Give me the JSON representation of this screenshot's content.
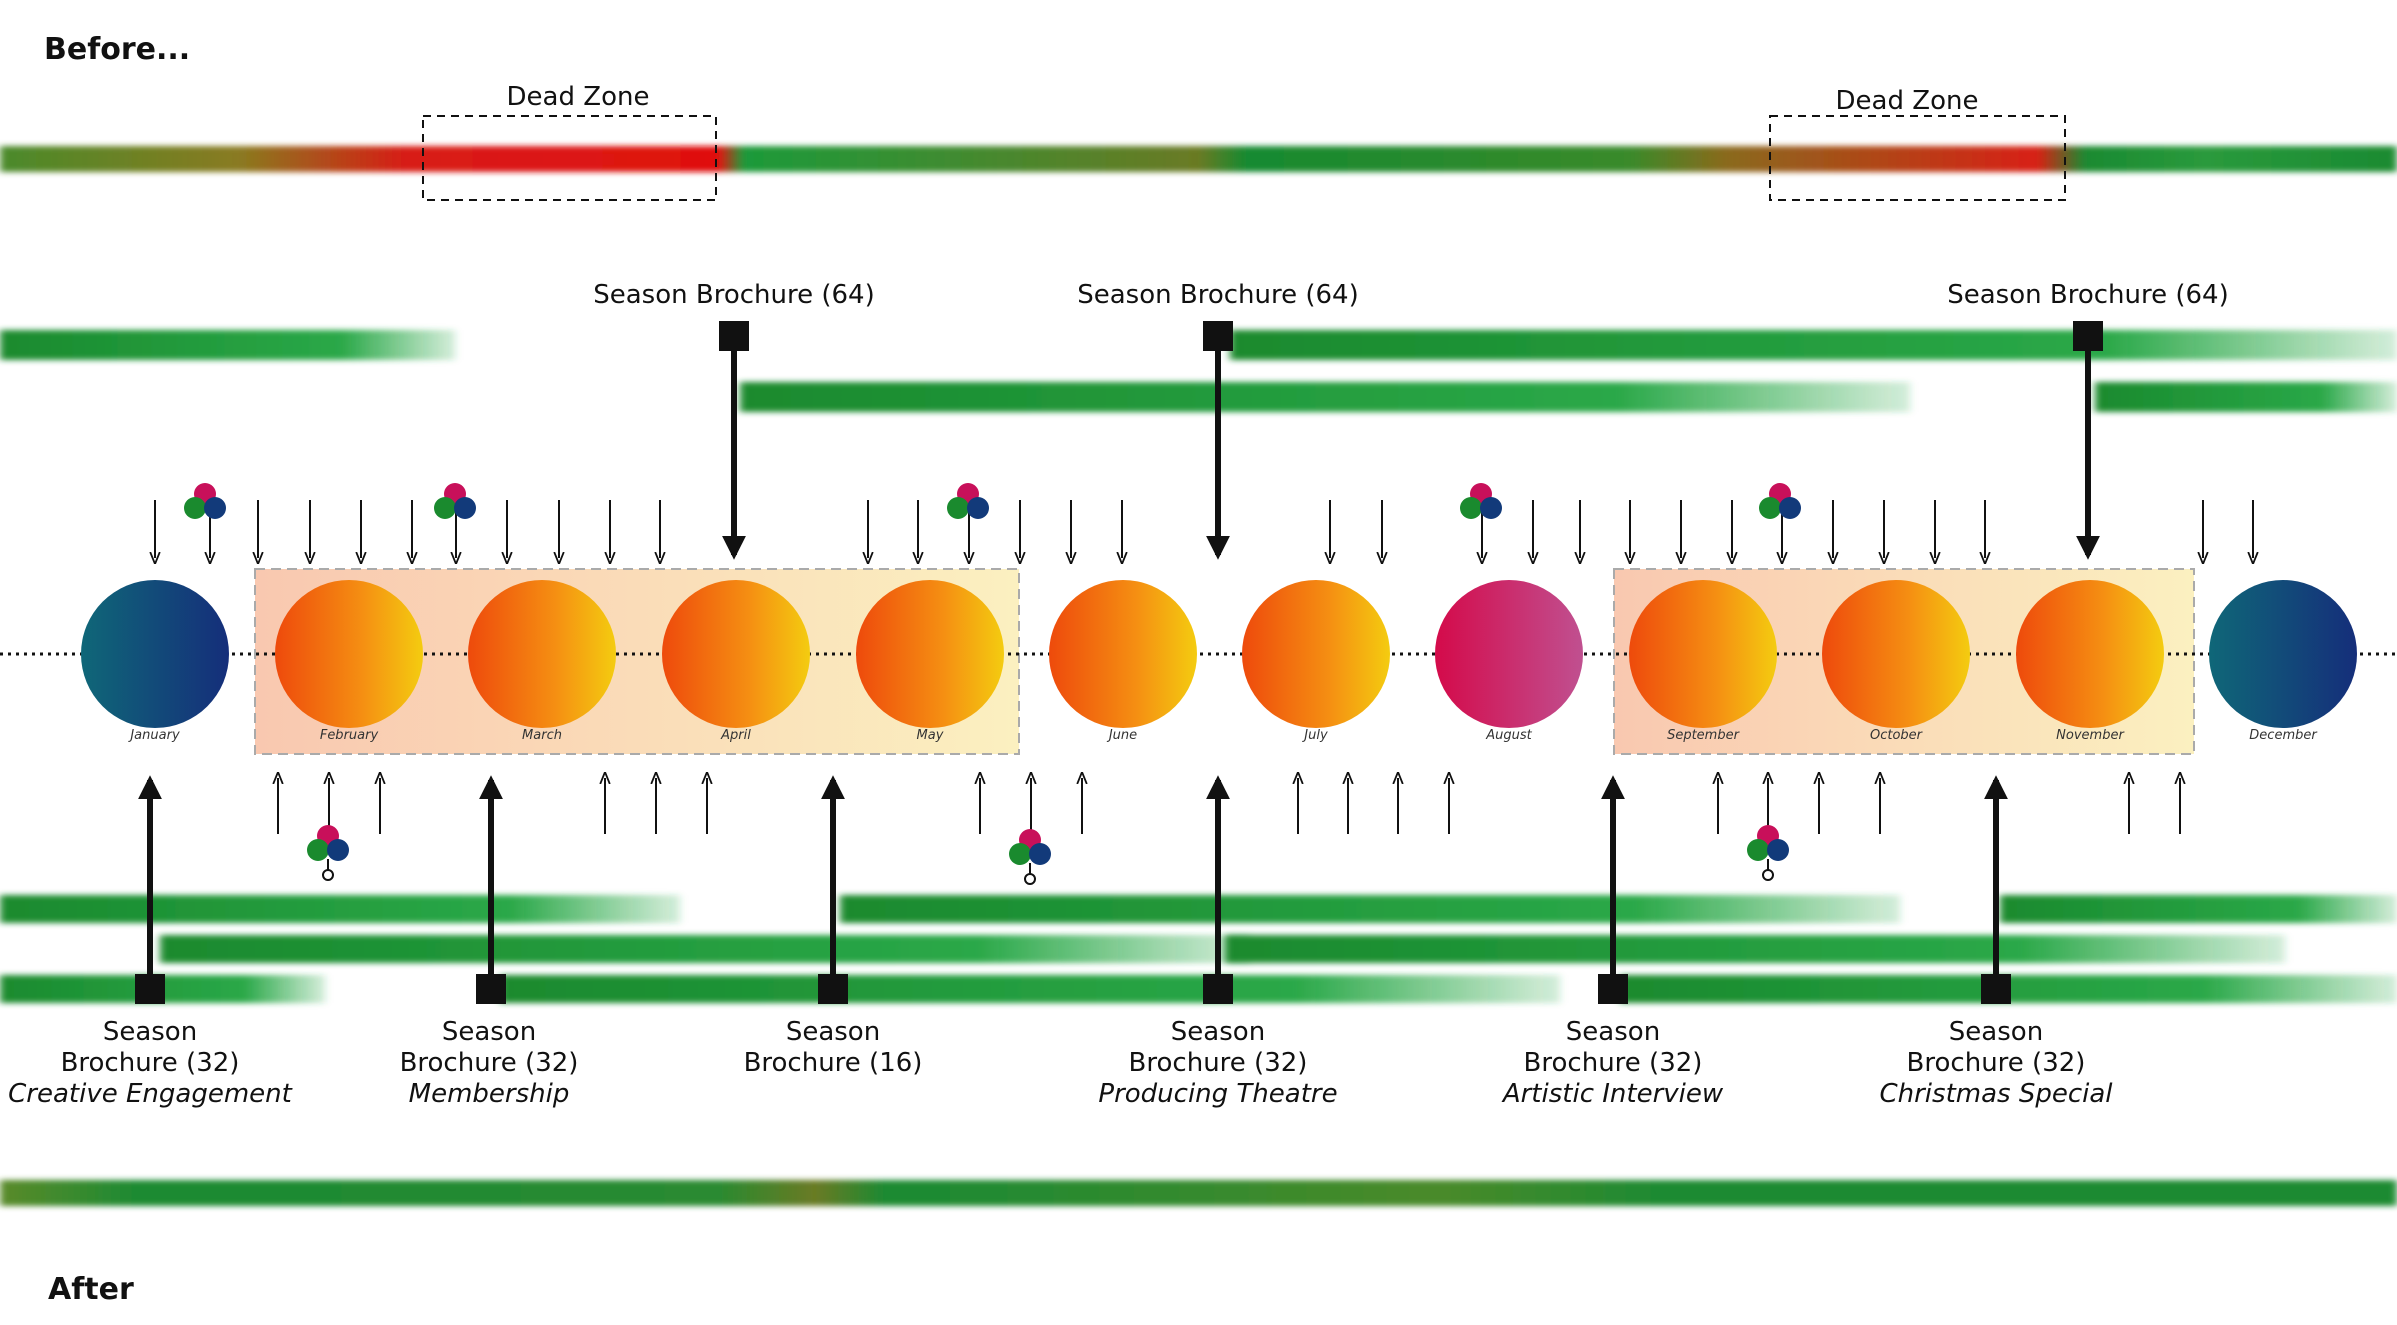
{
  "headings": {
    "before": "Before...",
    "after": "After"
  },
  "dead_zones": [
    {
      "label": "Dead Zone"
    },
    {
      "label": "Dead Zone"
    }
  ],
  "months": [
    {
      "name": "January",
      "color": "blue"
    },
    {
      "name": "February",
      "color": "orange"
    },
    {
      "name": "March",
      "color": "orange"
    },
    {
      "name": "April",
      "color": "orange"
    },
    {
      "name": "May",
      "color": "orange"
    },
    {
      "name": "June",
      "color": "orange"
    },
    {
      "name": "July",
      "color": "orange"
    },
    {
      "name": "August",
      "color": "magenta"
    },
    {
      "name": "September",
      "color": "orange"
    },
    {
      "name": "October",
      "color": "orange"
    },
    {
      "name": "November",
      "color": "orange"
    },
    {
      "name": "December",
      "color": "blue"
    }
  ],
  "top_brochures": [
    {
      "label": "Season Brochure (64)"
    },
    {
      "label": "Season Brochure (64)"
    },
    {
      "label": "Season Brochure (64)"
    }
  ],
  "bottom_brochures": [
    {
      "line1": "Season",
      "line2": "Brochure (32)",
      "subtitle": "Creative Engagement"
    },
    {
      "line1": "Season",
      "line2": "Brochure (32)",
      "subtitle": "Membership"
    },
    {
      "line1": "Season",
      "line2": "Brochure (16)",
      "subtitle": ""
    },
    {
      "line1": "Season",
      "line2": "Brochure (32)",
      "subtitle": "Producing Theatre"
    },
    {
      "line1": "Season",
      "line2": "Brochure (32)",
      "subtitle": "Artistic Interview"
    },
    {
      "line1": "Season",
      "line2": "Brochure (32)",
      "subtitle": "Christmas Special"
    }
  ],
  "colors": {
    "green": "#1a8a2e",
    "red": "#d81818",
    "orange": "#f07010",
    "yellow": "#f4c400",
    "magenta": "#c8105a",
    "blue": "#123a7a",
    "teal": "#0f6a7a",
    "highlight": "#fbe9c0"
  }
}
